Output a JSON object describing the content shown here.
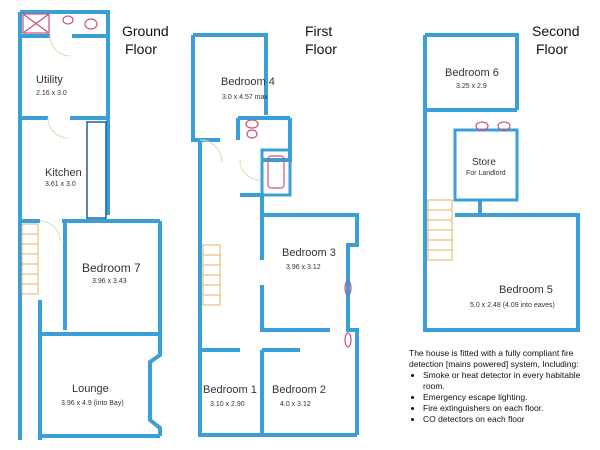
{
  "floors": {
    "ground": {
      "title_line1": "Ground",
      "title_line2": "Floor"
    },
    "first": {
      "title_line1": "First",
      "title_line2": "Floor"
    },
    "second": {
      "title_line1": "Second",
      "title_line2": "Floor"
    }
  },
  "rooms": {
    "utility": {
      "name": "Utility",
      "size": "2.16 x 3.0"
    },
    "kitchen": {
      "name": "Kitchen",
      "size": "3.61 x 3.0"
    },
    "bedroom7": {
      "name": "Bedroom 7",
      "size": "3.96 x 3.43"
    },
    "lounge": {
      "name": "Lounge",
      "size": "3.96 x 4.9 (into Bay)"
    },
    "bedroom4": {
      "name": "Bedroom 4",
      "size": "3.0 x 4.57 max"
    },
    "bedroom3": {
      "name": "Bedroom 3",
      "size": "3.96 x 3.12"
    },
    "bedroom1": {
      "name": "Bedroom 1",
      "size": "3.10 x 2.90"
    },
    "bedroom2": {
      "name": "Bedroom 2",
      "size": "4.0 x 3.12"
    },
    "bedroom6": {
      "name": "Bedroom 6",
      "size": "3.25 x 2.9"
    },
    "store": {
      "name": "Store",
      "size": "For Landlord"
    },
    "bedroom5": {
      "name": "Bedroom 5",
      "size": "5.0 x 2.48 (4.09 into eaves)"
    }
  },
  "note": {
    "intro": "The house is fitted with a fully compliant fire detection [mains powered] system, Including:",
    "items": [
      "Smoke or heat detector in every habitable room.",
      "Emergency escape lighting.",
      "Fire extinguishers on each floor.",
      "CO detectors on each floor"
    ]
  },
  "colors": {
    "wall": "#3a9fd6",
    "fixture": "#d05070"
  }
}
